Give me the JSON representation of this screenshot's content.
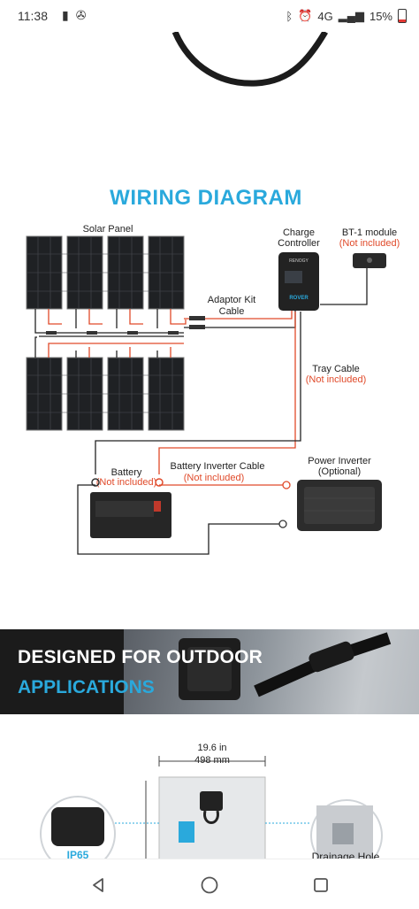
{
  "status_bar": {
    "time": "11:38",
    "battery_percent": "15%",
    "network_label": "4G",
    "icons": [
      "storage-icon",
      "fan-icon",
      "bluetooth-icon",
      "alarm-icon",
      "network-icon",
      "signal-icon",
      "battery-icon"
    ]
  },
  "diagram": {
    "title": "WIRING DIAGRAM",
    "solar_panel_label": "Solar Panel",
    "charge_controller_label_1": "Charge",
    "charge_controller_label_2": "Controller",
    "bt_module_label": "BT-1 module",
    "bt_module_note": "(Not included)",
    "adaptor_kit_label_1": "Adaptor Kit",
    "adaptor_kit_label_2": "Cable",
    "tray_cable_label": "Tray Cable",
    "tray_cable_note": "(Not included)",
    "battery_label": "Battery",
    "battery_note": "(Not included)",
    "battery_inverter_label": "Battery Inverter Cable",
    "battery_inverter_note": "(Not included)",
    "power_inverter_label_1": "Power Inverter",
    "power_inverter_label_2": "(Optional)",
    "controller_brand": "RENOGY",
    "controller_model": "ROVER"
  },
  "banner": {
    "line1": "DESIGNED FOR OUTDOOR",
    "line2": "APPLICATIONS",
    "accent_color": "#2aa9dc"
  },
  "specs": {
    "width_in": "19.6 in",
    "width_mm": "498 mm",
    "ip_rating": "IP65",
    "drainage_label": "Drainage Hole"
  },
  "nav": {
    "back_icon": "back-triangle-icon",
    "home_icon": "home-circle-icon",
    "recents_icon": "recents-square-icon"
  }
}
